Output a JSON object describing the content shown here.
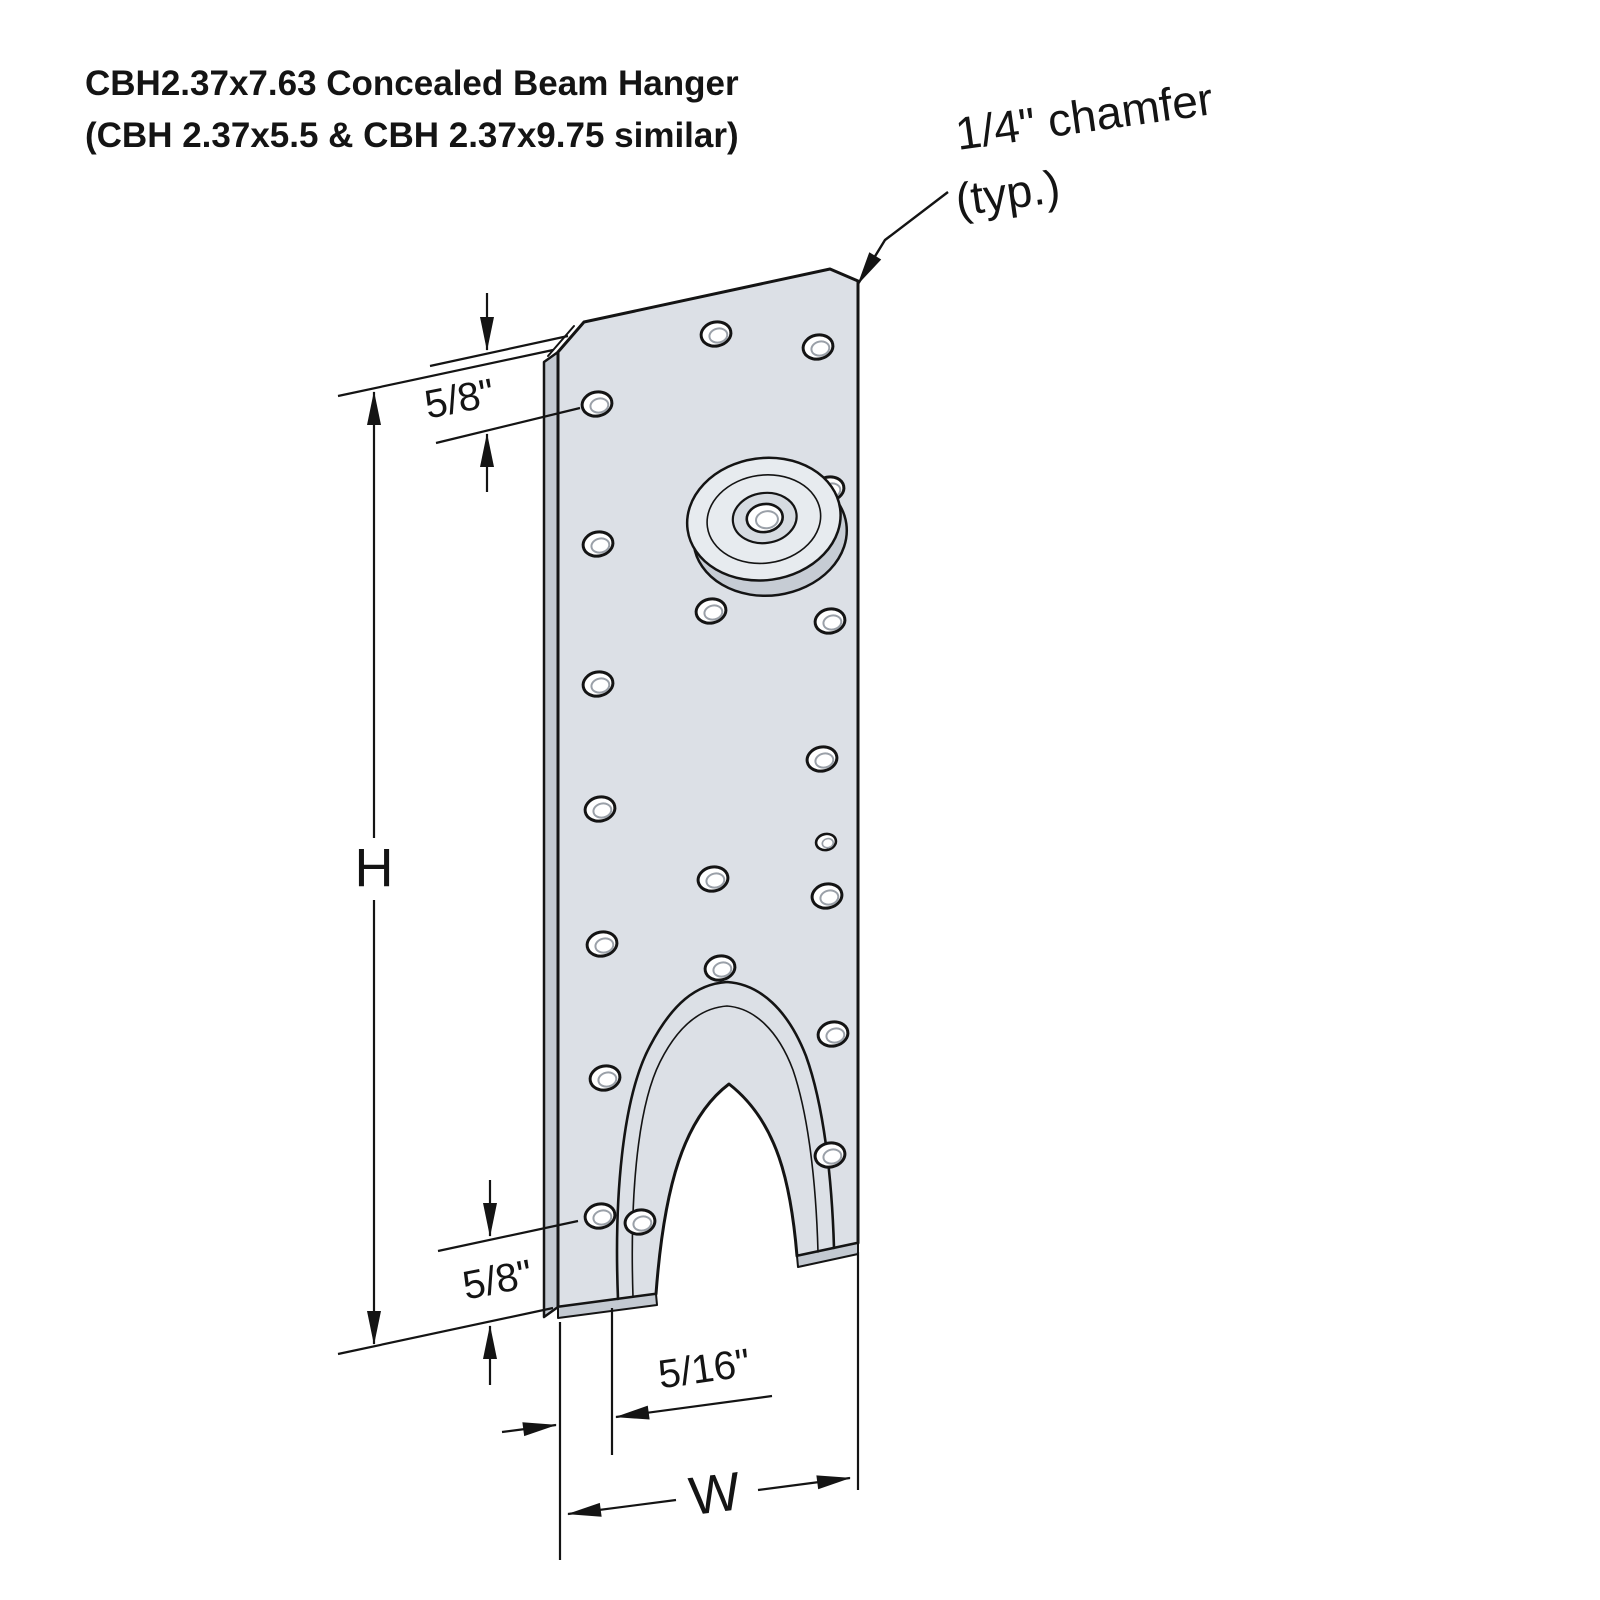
{
  "title": {
    "line1": "CBH2.37x7.63 Concealed Beam Hanger",
    "line2": "(CBH 2.37x5.5 & CBH 2.37x9.75 similar)"
  },
  "callouts": {
    "chamfer_line1": "1/4\" chamfer",
    "chamfer_line2": "(typ.)"
  },
  "dimensions": {
    "top_offset": "5/8\"",
    "height": "H",
    "bottom_offset": "5/8\"",
    "slot_offset": "5/16\"",
    "width": "W"
  },
  "colors": {
    "background": "#ffffff",
    "line": "#141414",
    "plate_fill": "#dce0e6",
    "plate_side_fill": "#c3c9d1",
    "boss_top_fill": "#e7ebef",
    "hole_shade": "#9aa0a8"
  }
}
